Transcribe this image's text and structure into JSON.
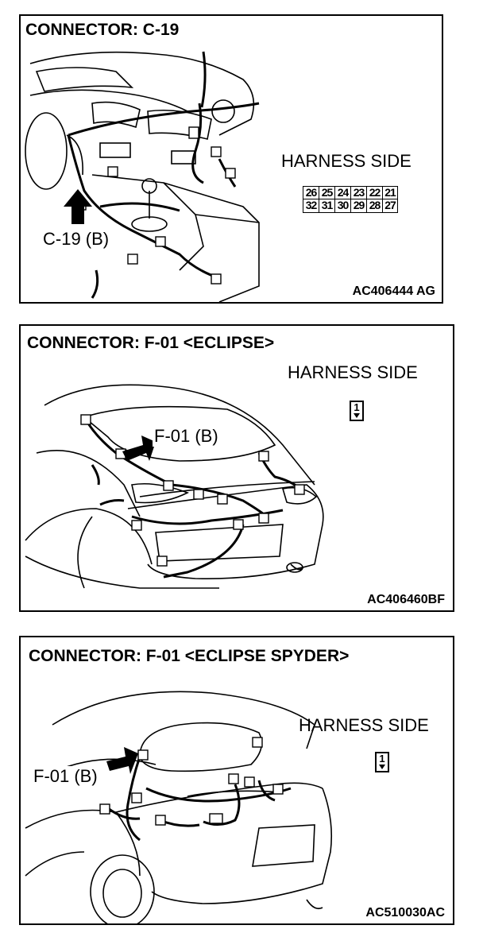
{
  "panels": [
    {
      "title": "CONNECTOR: C-19",
      "harness_label": "HARNESS SIDE",
      "callout": "C-19 (B)",
      "figure_code": "AC406444 AG",
      "pins_top": [
        "26",
        "25",
        "24",
        "23",
        "22",
        "21"
      ],
      "pins_bottom": [
        "32",
        "31",
        "30",
        "29",
        "28",
        "27"
      ]
    },
    {
      "title": "CONNECTOR: F-01 <ECLIPSE>",
      "harness_label": "HARNESS SIDE",
      "callout": "F-01 (B)",
      "figure_code": "AC406460BF",
      "pin": "1"
    },
    {
      "title": "CONNECTOR: F-01 <ECLIPSE SPYDER>",
      "harness_label": "HARNESS SIDE",
      "callout": "F-01 (B)",
      "figure_code": "AC510030AC",
      "pin": "1"
    }
  ]
}
